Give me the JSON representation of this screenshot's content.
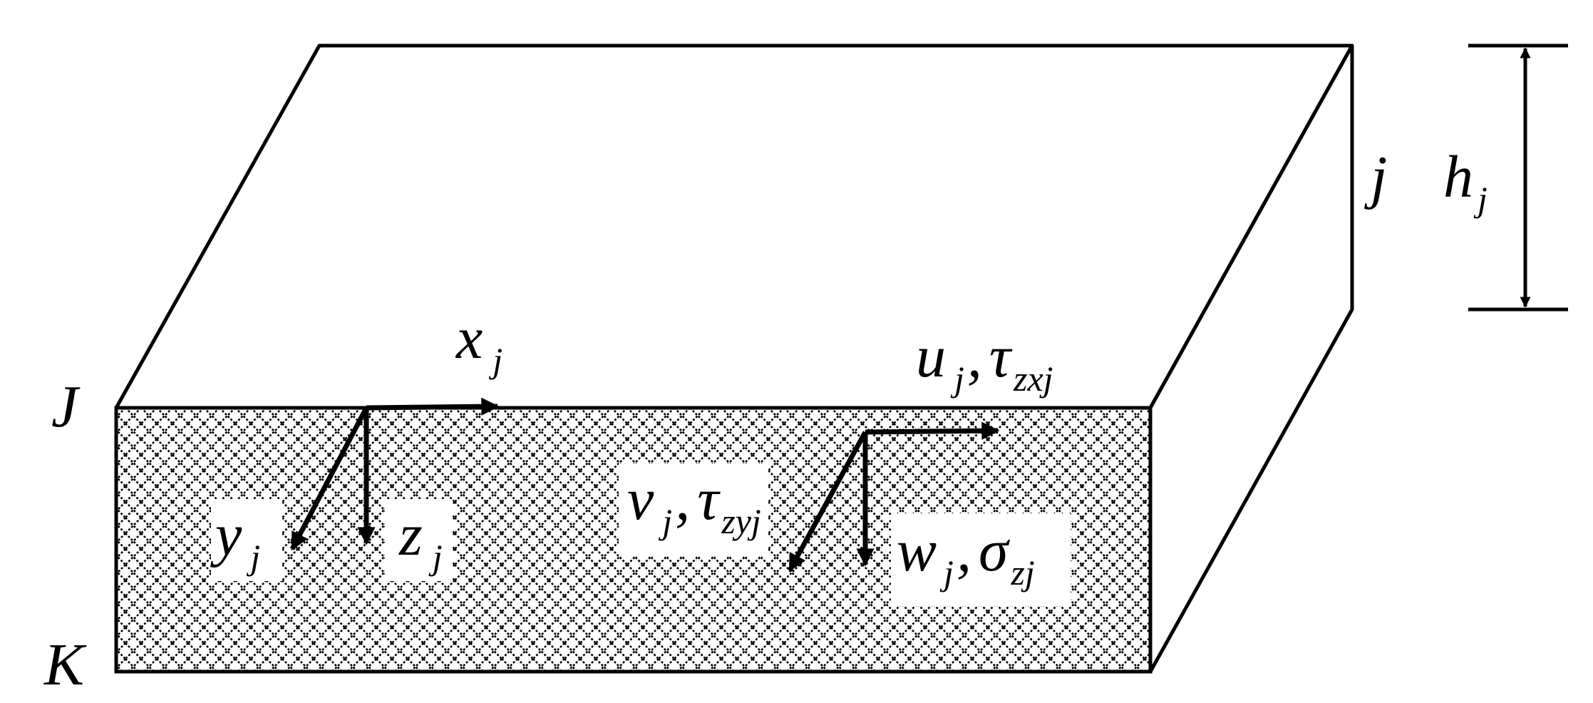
{
  "labels": {
    "node_top": "J",
    "node_bottom": "K",
    "layer_index": "j",
    "thickness": {
      "symbol": "h",
      "sub": "j"
    },
    "axis_x": {
      "symbol": "x",
      "sub": "j"
    },
    "axis_y": {
      "symbol": "y",
      "sub": "j"
    },
    "axis_z": {
      "symbol": "z",
      "sub": "j"
    },
    "disp_u": {
      "symbol": "u",
      "sub": "j",
      "sep": ",",
      "stress": "τ",
      "stress_sub": "zxj"
    },
    "disp_v": {
      "symbol": "v",
      "sub": "j",
      "sep": ",",
      "stress": "τ",
      "stress_sub": "zyj"
    },
    "disp_w": {
      "symbol": "w",
      "sub": "j",
      "sep": ",",
      "stress": "σ",
      "stress_sub": "zj"
    }
  },
  "colors": {
    "stroke": "#000000",
    "background": "#ffffff",
    "hatch": "#000000"
  }
}
